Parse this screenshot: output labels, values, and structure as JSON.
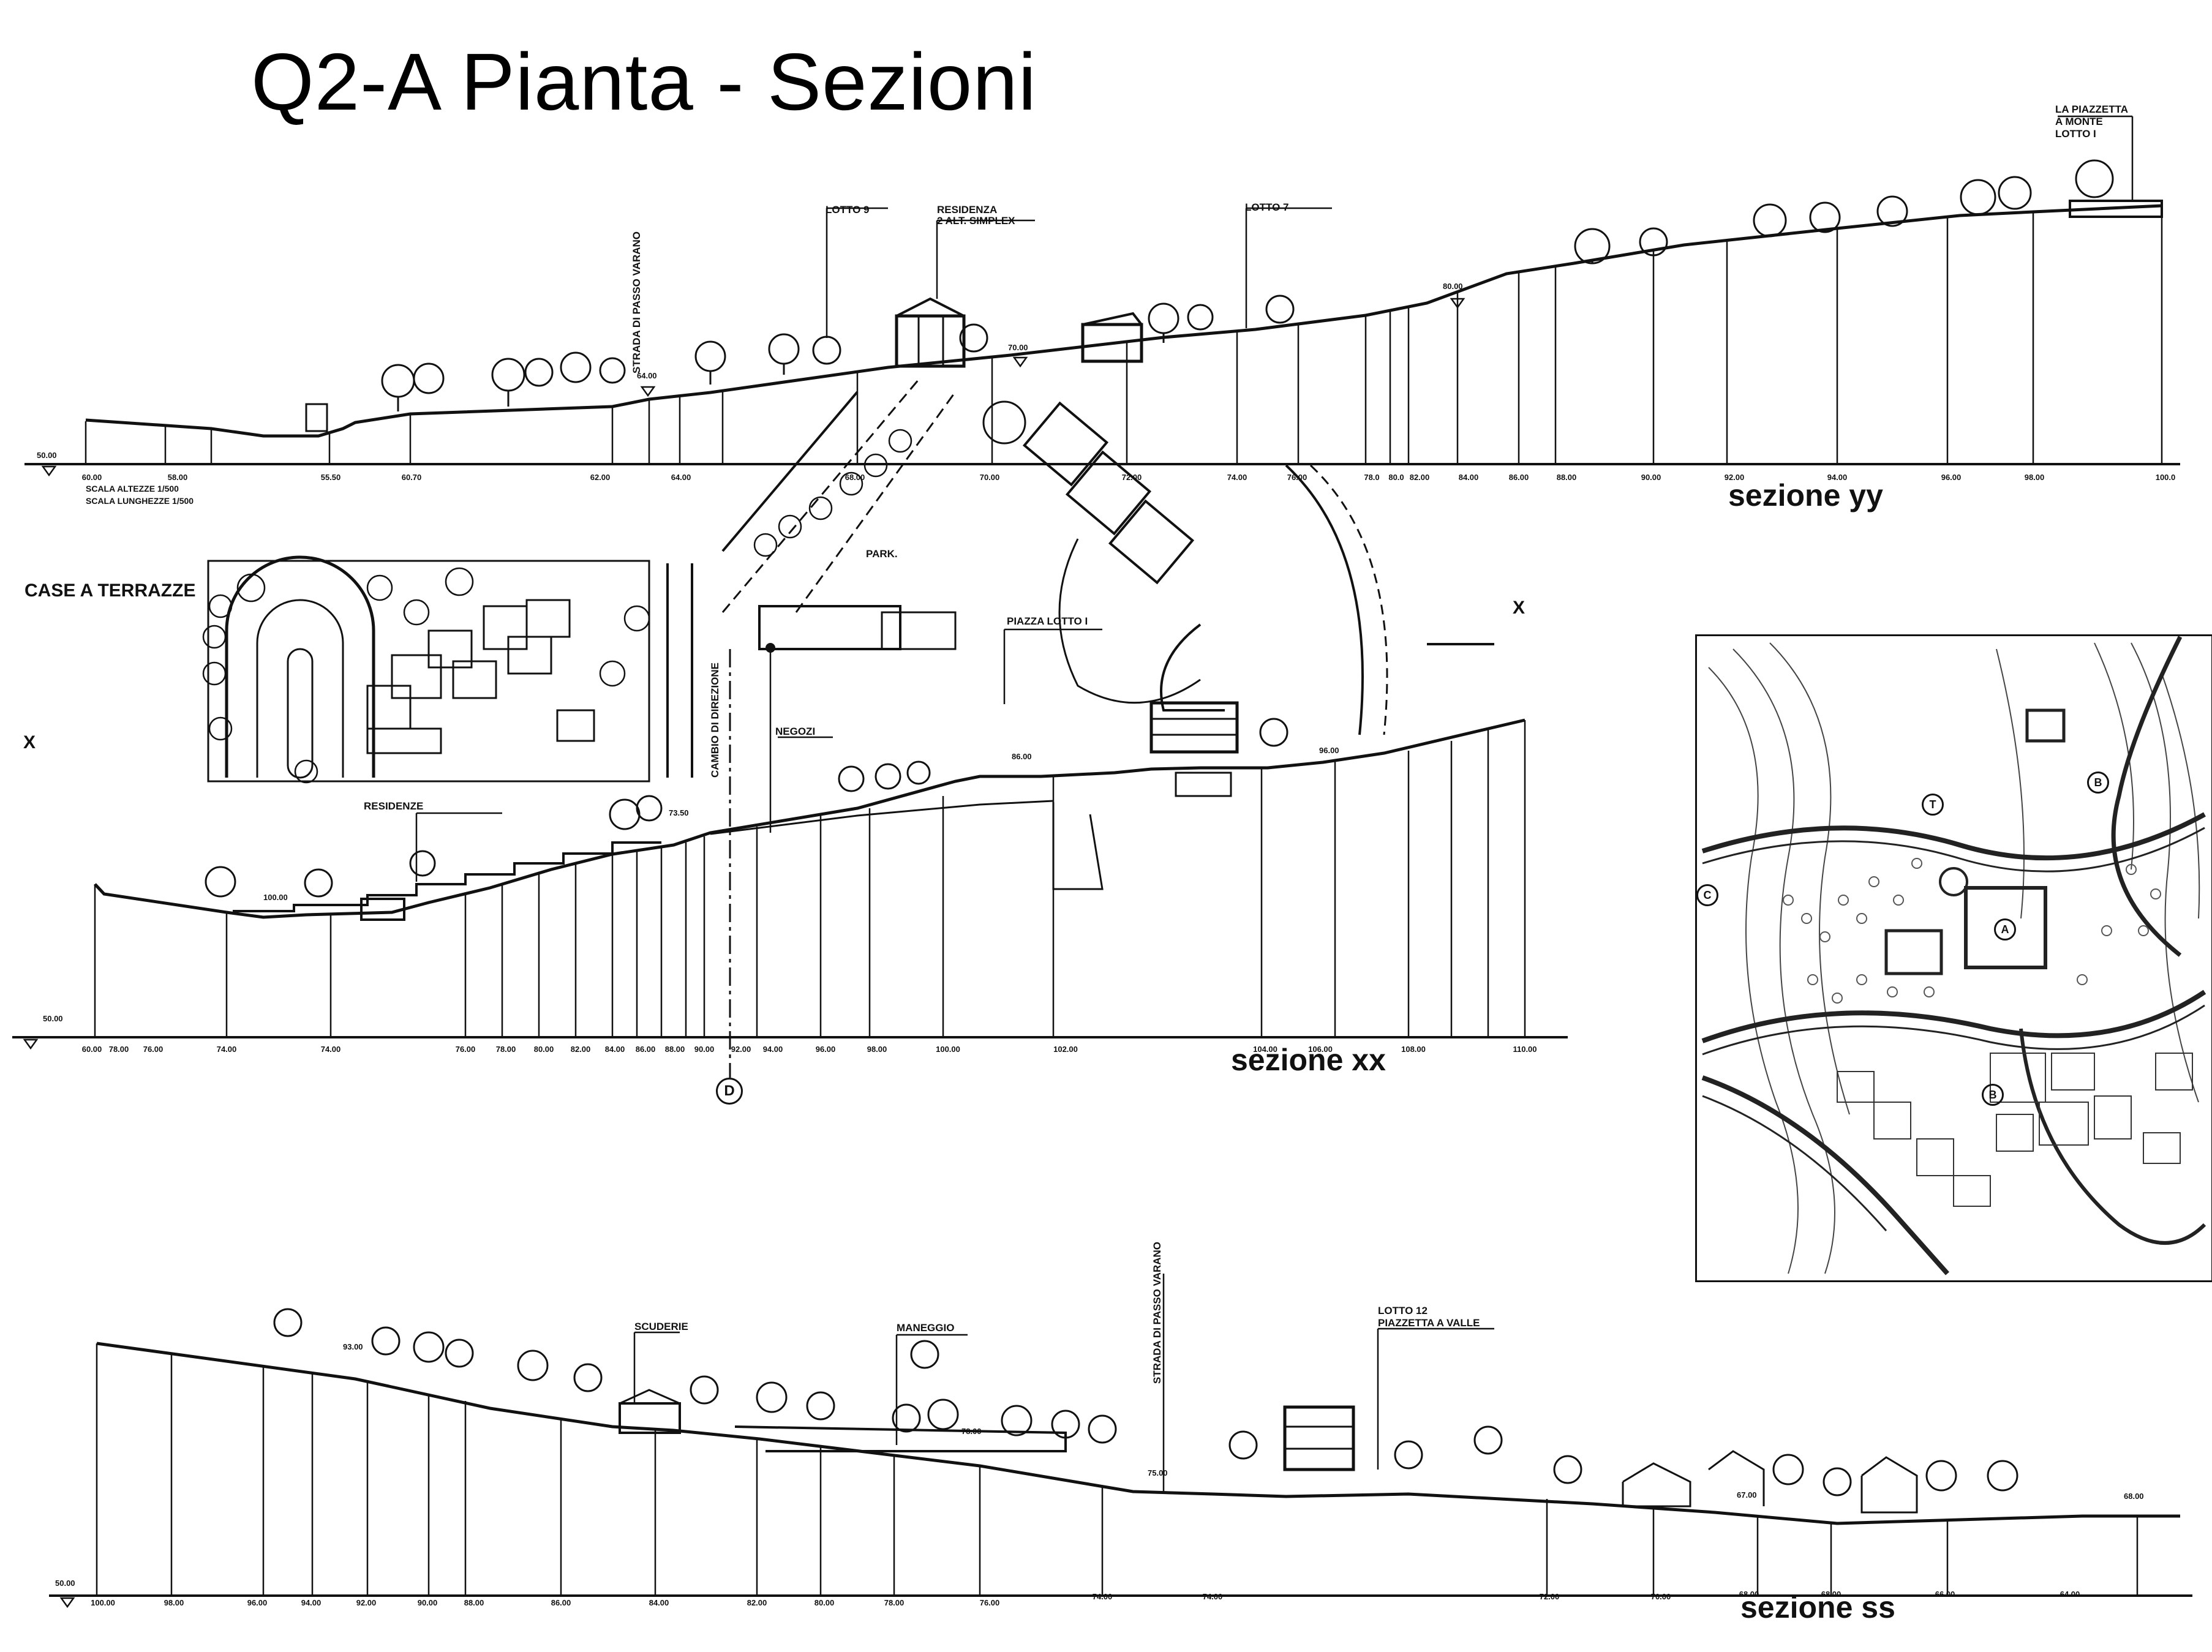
{
  "title": "Q2-A  Pianta - Sezioni",
  "section_yy": {
    "name": "sezione yy",
    "base_level": "50.00",
    "scale_heights": "SCALA ALTEZZE 1/500",
    "scale_lengths": "SCALA LUNGHEZZE 1/500",
    "labels": {
      "lotto9": "LOTTO 9",
      "residenza_1": "RESIDENZA",
      "residenza_2": "2 ALT. SIMPLEX",
      "lotto7": "LOTTO 7",
      "piazzetta_1": "LA PIAZZETTA",
      "piazzetta_2": "A  MONTE",
      "piazzetta_3": "LOTTO  I",
      "strada": "STRADA DI PASSO VARANO"
    },
    "levels": [
      "64.00",
      "70.00",
      "80.00"
    ],
    "ticks": [
      "60.00",
      "58.00",
      "55.50",
      "60.70",
      "62.00",
      "64.00",
      "68.00",
      "70.00",
      "72.00",
      "74.00",
      "76.00",
      "78.0",
      "80.0",
      "82.00",
      "84.00",
      "86.00",
      "88.00",
      "90.00",
      "92.00",
      "94.00",
      "96.00",
      "98.00",
      "100.0"
    ]
  },
  "plan": {
    "case_terrazze": "CASE A TERRAZZE",
    "park": "PARK.",
    "piazza": "PIAZZA LOTTO I",
    "negozi": "NEGOZI",
    "cambio": "CAMBIO DI DIREZIONE",
    "x_marker": "X"
  },
  "section_xx": {
    "name": "sezione xx",
    "base_level": "50.00",
    "residenze": "RESIDENZE",
    "levels": [
      "73.50",
      "86.00",
      "96.00",
      "100.00"
    ],
    "ticks": [
      "60.00",
      "78.00",
      "76.00",
      "74.00",
      "74.00",
      "76.00",
      "78.00",
      "80.00",
      "82.00",
      "84.00",
      "86.00",
      "88.00",
      "90.00",
      "92.00",
      "94.00",
      "96.00",
      "98.00",
      "100.00",
      "102.00",
      "104.00",
      "106.00",
      "108.00",
      "110.00"
    ],
    "marker_d": "D"
  },
  "section_ss": {
    "name": "sezione ss",
    "base_level": "50.00",
    "labels": {
      "scuderie": "SCUDERIE",
      "maneggio": "MANEGGIO",
      "strada": "STRADA DI PASSO VARANO",
      "lotto12": "LOTTO 12",
      "piazzetta": "PIAZZETTA A VALLE"
    },
    "levels": [
      "93.00",
      "78.00",
      "75.00",
      "67.00",
      "68.00"
    ],
    "ticks": [
      "100.00",
      "98.00",
      "96.00",
      "94.00",
      "92.00",
      "90.00",
      "88.00",
      "86.00",
      "84.00",
      "82.00",
      "80.00",
      "78.00",
      "76.00",
      "74.00",
      "74.00",
      "72.00",
      "70.00",
      "68.00",
      "68.00",
      "66.00",
      "64.00"
    ]
  },
  "inset": {
    "letters": [
      "C",
      "B",
      "T",
      "A",
      "B"
    ]
  }
}
